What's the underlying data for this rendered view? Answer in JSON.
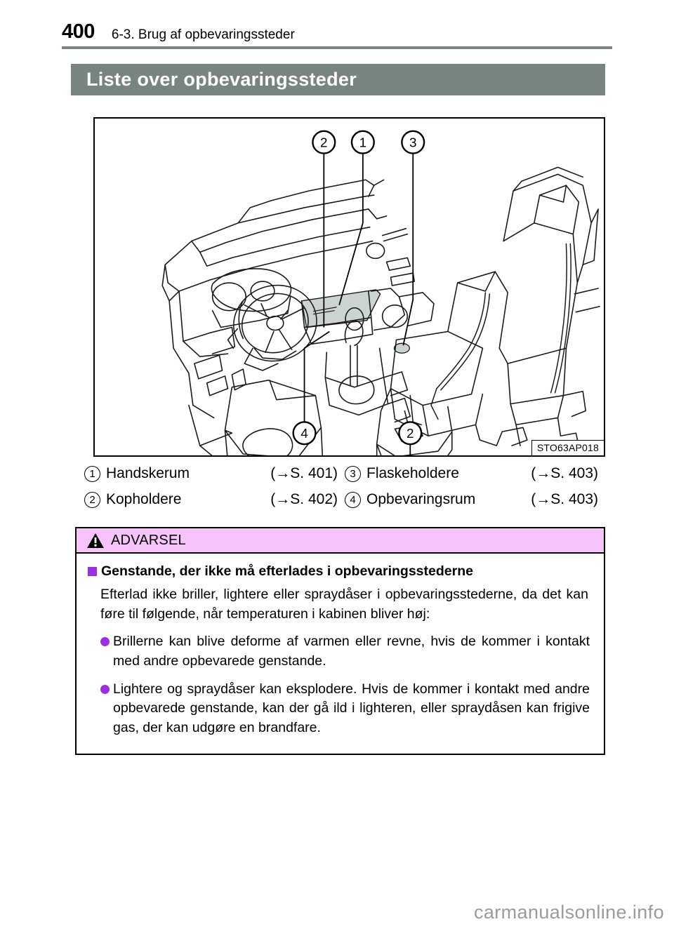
{
  "header": {
    "page_number": "400",
    "chapter": "6-3. Brug af opbevaringssteder"
  },
  "section": {
    "title": "Liste over opbevaringssteder"
  },
  "figure": {
    "code": "STO63AP018",
    "alt": "Tegning af bilens kabine set skråt bagfra med nummererede opbevaringssteder",
    "callouts": [
      {
        "number": "2",
        "position": "top-left"
      },
      {
        "number": "1",
        "position": "top-center"
      },
      {
        "number": "3",
        "position": "top-right"
      },
      {
        "number": "4",
        "position": "bottom-left"
      },
      {
        "number": "2",
        "position": "bottom-right"
      }
    ]
  },
  "legend": {
    "rows": [
      [
        {
          "number": "1",
          "label": "Handskerum",
          "ref": "(→S. 401)"
        },
        {
          "number": "3",
          "label": "Flaskeholdere",
          "ref": "(→S. 403)"
        }
      ],
      [
        {
          "number": "2",
          "label": "Kopholdere",
          "ref": "(→S. 402)"
        },
        {
          "number": "4",
          "label": "Opbevaringsrum",
          "ref": "(→S. 403)"
        }
      ]
    ]
  },
  "warning": {
    "heading": "ADVARSEL",
    "icon": "warning-triangle-icon",
    "subheading": "Genstande, der ikke må efterlades i opbevaringsstederne",
    "intro": "Efterlad ikke briller, lightere eller spraydåser i opbevaringsstederne, da det kan føre til følgende, når temperaturen i kabinen bliver høj:",
    "items": [
      "Brillerne kan blive deforme af varmen eller revne, hvis de kommer i kontakt med andre opbevarede genstande.",
      "Lightere og spraydåser kan eksplodere. Hvis de kommer i kontakt med andre opbevarede genstande, kan der gå ild i lighteren, eller spraydåsen kan frigive gas, der kan udgøre en brandfare."
    ]
  },
  "footer": {
    "watermark": "carmanualsonline.info"
  },
  "colors": {
    "band": "#78857f",
    "warning_header": "#f6c3fb",
    "bullet": "#9b30e0",
    "figure_shading": "#ccd4d0",
    "watermark": "#9b9b9b"
  }
}
